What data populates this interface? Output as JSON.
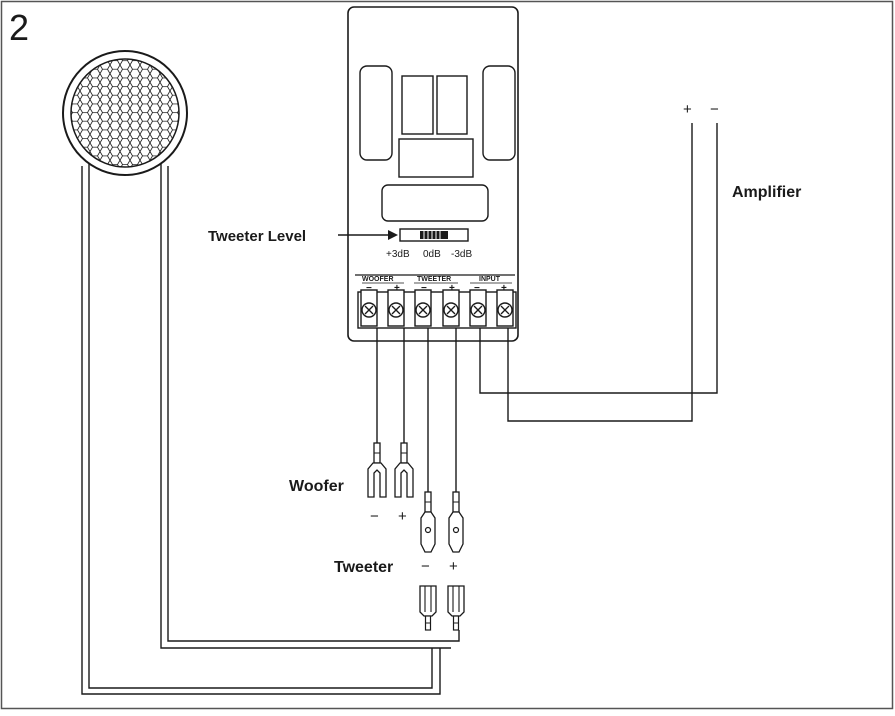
{
  "figure_number": "2",
  "labels": {
    "tweeter_level": "Tweeter Level",
    "amplifier": "Amplifier",
    "woofer": "Woofer",
    "tweeter": "Tweeter"
  },
  "tweeter_level_settings": [
    "+3dB",
    "0dB",
    "-3dB"
  ],
  "terminal_groups": [
    "WOOFER",
    "TWEETER",
    "INPUT"
  ],
  "terminal_polarity": [
    "−",
    "+",
    "−",
    "+",
    "−",
    "+"
  ],
  "amplifier_polarity": {
    "plus": "+",
    "minus": "−"
  },
  "woofer_polarity": {
    "minus": "−",
    "plus": "+"
  },
  "tweeter_polarity": {
    "minus": "−",
    "plus": "+"
  },
  "colors": {
    "line": "#1a1a1a",
    "frame": "#555555",
    "background": "#ffffff"
  }
}
